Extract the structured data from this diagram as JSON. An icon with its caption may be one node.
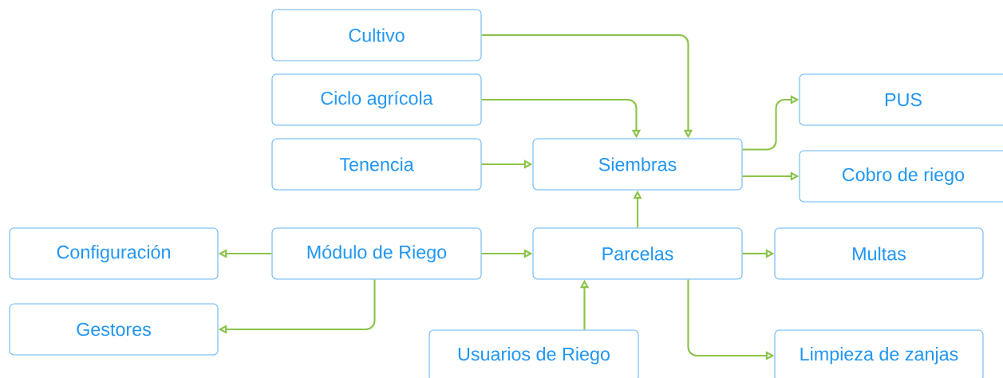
{
  "diagram": {
    "nodes": [
      {
        "text": [
          "Cultivo"
        ]
      },
      {
        "text": [
          "Ciclo agrícola"
        ]
      },
      {
        "text": [
          "Tenencia"
        ]
      },
      {
        "text": [
          "Siembras"
        ]
      },
      {
        "text": [
          "PUS"
        ]
      },
      {
        "text": [
          "Cobro de riego"
        ]
      },
      {
        "text": [
          "Configuración"
        ]
      },
      {
        "text": [
          "Módulo de Riego"
        ]
      },
      {
        "text": [
          "Parcelas"
        ]
      },
      {
        "text": [
          "Multas"
        ]
      },
      {
        "text": [
          "Gestores"
        ]
      },
      {
        "text": [
          "Usuarios de Riego"
        ]
      },
      {
        "text": [
          "Limpieza de zanjas"
        ]
      }
    ],
    "edges": [
      {
        "from": 0,
        "to": 3,
        "arrow": "to"
      },
      {
        "from": 1,
        "to": 3,
        "arrow": "to"
      },
      {
        "from": 2,
        "to": 3,
        "arrow": "to"
      },
      {
        "from": 3,
        "to": 4,
        "arrow": "to"
      },
      {
        "from": 3,
        "to": 5,
        "arrow": "to"
      },
      {
        "from": 8,
        "to": 3,
        "arrow": "to"
      },
      {
        "from": 7,
        "to": 6,
        "arrow": "to"
      },
      {
        "from": 7,
        "to": 8,
        "arrow": "to"
      },
      {
        "from": 7,
        "to": 10,
        "arrow": "to"
      },
      {
        "from": 8,
        "to": 9,
        "arrow": "to"
      },
      {
        "from": 11,
        "to": 8,
        "arrow": "to"
      },
      {
        "from": 8,
        "to": 12,
        "arrow": "to"
      }
    ]
  }
}
